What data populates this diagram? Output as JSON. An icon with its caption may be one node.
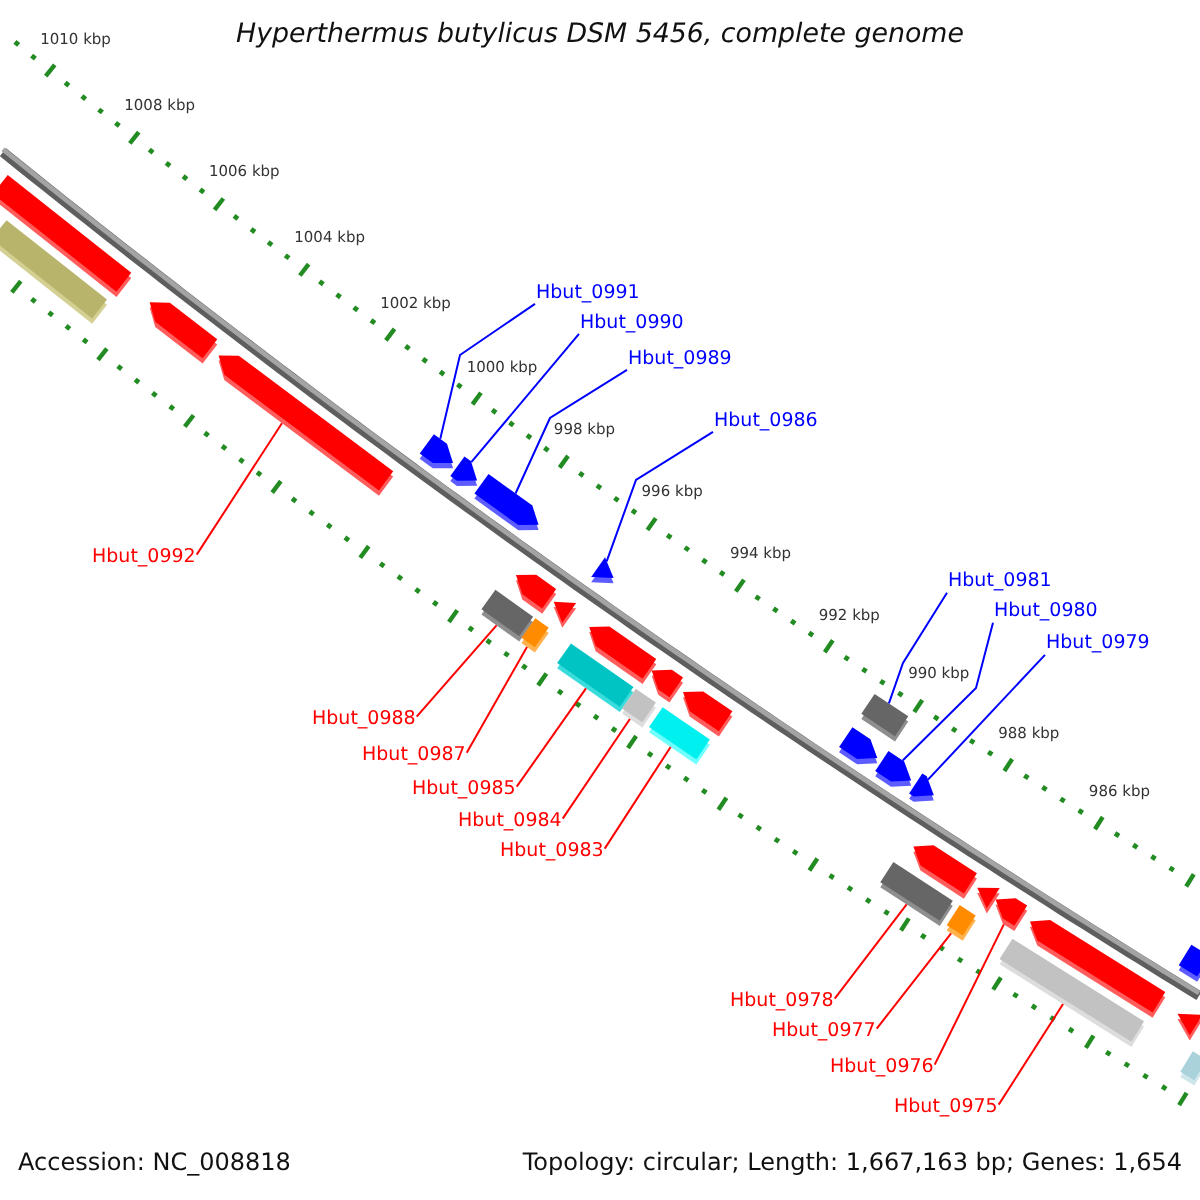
{
  "diagram": {
    "title": "Hyperthermus butylicus DSM 5456, complete genome",
    "nodes": [
      {
        "text": [
          "Hbut_0991"
        ]
      },
      {
        "text": [
          "Hbut_0990"
        ]
      },
      {
        "text": [
          "Hbut_0989"
        ]
      },
      {
        "text": [
          "Hbut_0986"
        ]
      },
      {
        "text": [
          "Hbut_0992"
        ]
      },
      {
        "text": [
          "Hbut_0981"
        ]
      },
      {
        "text": [
          "Hbut_0980"
        ]
      },
      {
        "text": [
          "Hbut_0979"
        ]
      },
      {
        "text": [
          "Hbut_0988"
        ]
      },
      {
        "text": [
          "Hbut_0987"
        ]
      },
      {
        "text": [
          "Hbut_0985"
        ]
      },
      {
        "text": [
          "Hbut_0984"
        ]
      },
      {
        "text": [
          "Hbut_0983"
        ]
      },
      {
        "text": [
          "Hbut_0978"
        ]
      },
      {
        "text": [
          "Hbut_0977"
        ]
      },
      {
        "text": [
          "Hbut_0976"
        ]
      },
      {
        "text": [
          "Hbut_0975"
        ]
      },
      {
        "text": [],
        "shape": "box"
      },
      {
        "text": [],
        "shape": "box"
      },
      {
        "text": [],
        "shape": "arrow"
      },
      {
        "text": [],
        "shape": "arrow"
      },
      {
        "text": [],
        "shape": "arrow"
      },
      {
        "text": [],
        "shape": "arrow"
      },
      {
        "text": [],
        "shape": "arrow"
      },
      {
        "text": [],
        "shape": "box"
      },
      {
        "text": [],
        "shape": "arrow"
      },
      {
        "text": [],
        "shape": "box"
      },
      {
        "text": [],
        "shape": "triangle"
      },
      {
        "text": [],
        "shape": "triangle"
      },
      {
        "text": [],
        "shape": "box"
      },
      {
        "text": [],
        "shape": "arrow"
      },
      {
        "text": [],
        "shape": "box"
      },
      {
        "text": [],
        "shape": "arrow"
      },
      {
        "text": [],
        "shape": "box"
      },
      {
        "text": [],
        "shape": "arrow"
      },
      {
        "text": [],
        "shape": "box"
      },
      {
        "text": [],
        "shape": "arrow"
      },
      {
        "text": [],
        "shape": "arrow"
      },
      {
        "text": [],
        "shape": "arrow"
      },
      {
        "text": [],
        "shape": "box"
      },
      {
        "text": [],
        "shape": "arrow"
      },
      {
        "text": [],
        "shape": "box"
      },
      {
        "text": [],
        "shape": "triangle"
      },
      {
        "text": [],
        "shape": "arrow"
      },
      {
        "text": [],
        "shape": "box"
      },
      {
        "text": [],
        "shape": "arrow"
      },
      {
        "text": [],
        "shape": "box"
      },
      {
        "text": [],
        "shape": "triangle"
      },
      {
        "text": [],
        "shape": "box"
      }
    ],
    "edges": [
      {
        "from": 0,
        "to": 21,
        "arrow": "none",
        "color": "#0000ff"
      },
      {
        "from": 1,
        "to": 22,
        "arrow": "none",
        "color": "#0000ff"
      },
      {
        "from": 2,
        "to": 23,
        "arrow": "none",
        "color": "#0000ff"
      },
      {
        "from": 3,
        "to": 28,
        "arrow": "none",
        "color": "#0000ff"
      },
      {
        "from": 4,
        "to": 20,
        "arrow": "none"
      },
      {
        "from": 5,
        "to": 35,
        "arrow": "none",
        "color": "#0000ff"
      },
      {
        "from": 6,
        "to": 37,
        "arrow": "none",
        "color": "#0000ff"
      },
      {
        "from": 7,
        "to": 38,
        "arrow": "none",
        "color": "#0000ff"
      },
      {
        "from": 8,
        "to": 24,
        "arrow": "none"
      },
      {
        "from": 9,
        "to": 26,
        "arrow": "none"
      },
      {
        "from": 10,
        "to": 29,
        "arrow": "none"
      },
      {
        "from": 11,
        "to": 31,
        "arrow": "none"
      },
      {
        "from": 12,
        "to": 33,
        "arrow": "none"
      },
      {
        "from": 13,
        "to": 39,
        "arrow": "none"
      },
      {
        "from": 14,
        "to": 41,
        "arrow": "none"
      },
      {
        "from": 15,
        "to": 43,
        "arrow": "none"
      },
      {
        "from": 16,
        "to": 44,
        "arrow": "none"
      }
    ],
    "labels": [
      "1010 kbp",
      "1008 kbp",
      "1006 kbp",
      "1004 kbp",
      "1002 kbp",
      "1000 kbp",
      "998 kbp",
      "996 kbp",
      "994 kbp",
      "992 kbp",
      "990 kbp",
      "988 kbp",
      "986 kbp",
      "Accession: NC_008818",
      "Topology: circular; Length: 1,667,163 bp; Genes: 1,654"
    ]
  }
}
